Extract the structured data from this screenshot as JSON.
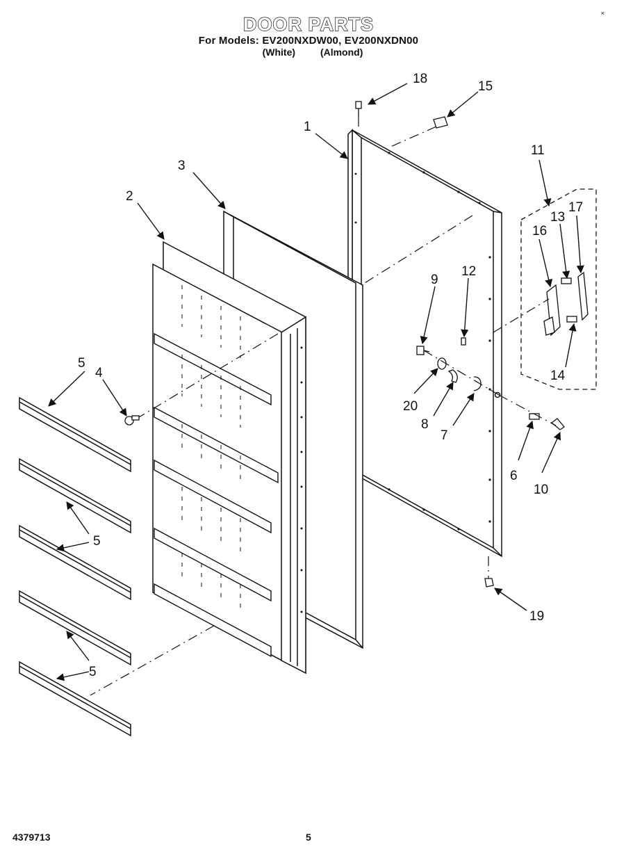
{
  "header": {
    "title": "DOOR PARTS",
    "subtitle": "For Models: EV200NXDW00, EV200NXDN00",
    "variants": [
      "(White)",
      "(Almond)"
    ]
  },
  "corner_mark": "×",
  "callouts": [
    {
      "id": "c18",
      "label": "18"
    },
    {
      "id": "c15",
      "label": "15"
    },
    {
      "id": "c1",
      "label": "1"
    },
    {
      "id": "c3",
      "label": "3"
    },
    {
      "id": "c2",
      "label": "2"
    },
    {
      "id": "c11",
      "label": "11"
    },
    {
      "id": "c13",
      "label": "13"
    },
    {
      "id": "c17",
      "label": "17"
    },
    {
      "id": "c16",
      "label": "16"
    },
    {
      "id": "c9",
      "label": "9"
    },
    {
      "id": "c12",
      "label": "12"
    },
    {
      "id": "c14",
      "label": "14"
    },
    {
      "id": "c20",
      "label": "20"
    },
    {
      "id": "c8",
      "label": "8"
    },
    {
      "id": "c7",
      "label": "7"
    },
    {
      "id": "c6",
      "label": "6"
    },
    {
      "id": "c10",
      "label": "10"
    },
    {
      "id": "c5a",
      "label": "5"
    },
    {
      "id": "c4",
      "label": "4"
    },
    {
      "id": "c5b",
      "label": "5"
    },
    {
      "id": "c5c",
      "label": "5"
    },
    {
      "id": "c19",
      "label": "19"
    }
  ],
  "footer": {
    "part_number": "4379713",
    "page_number": "5"
  }
}
